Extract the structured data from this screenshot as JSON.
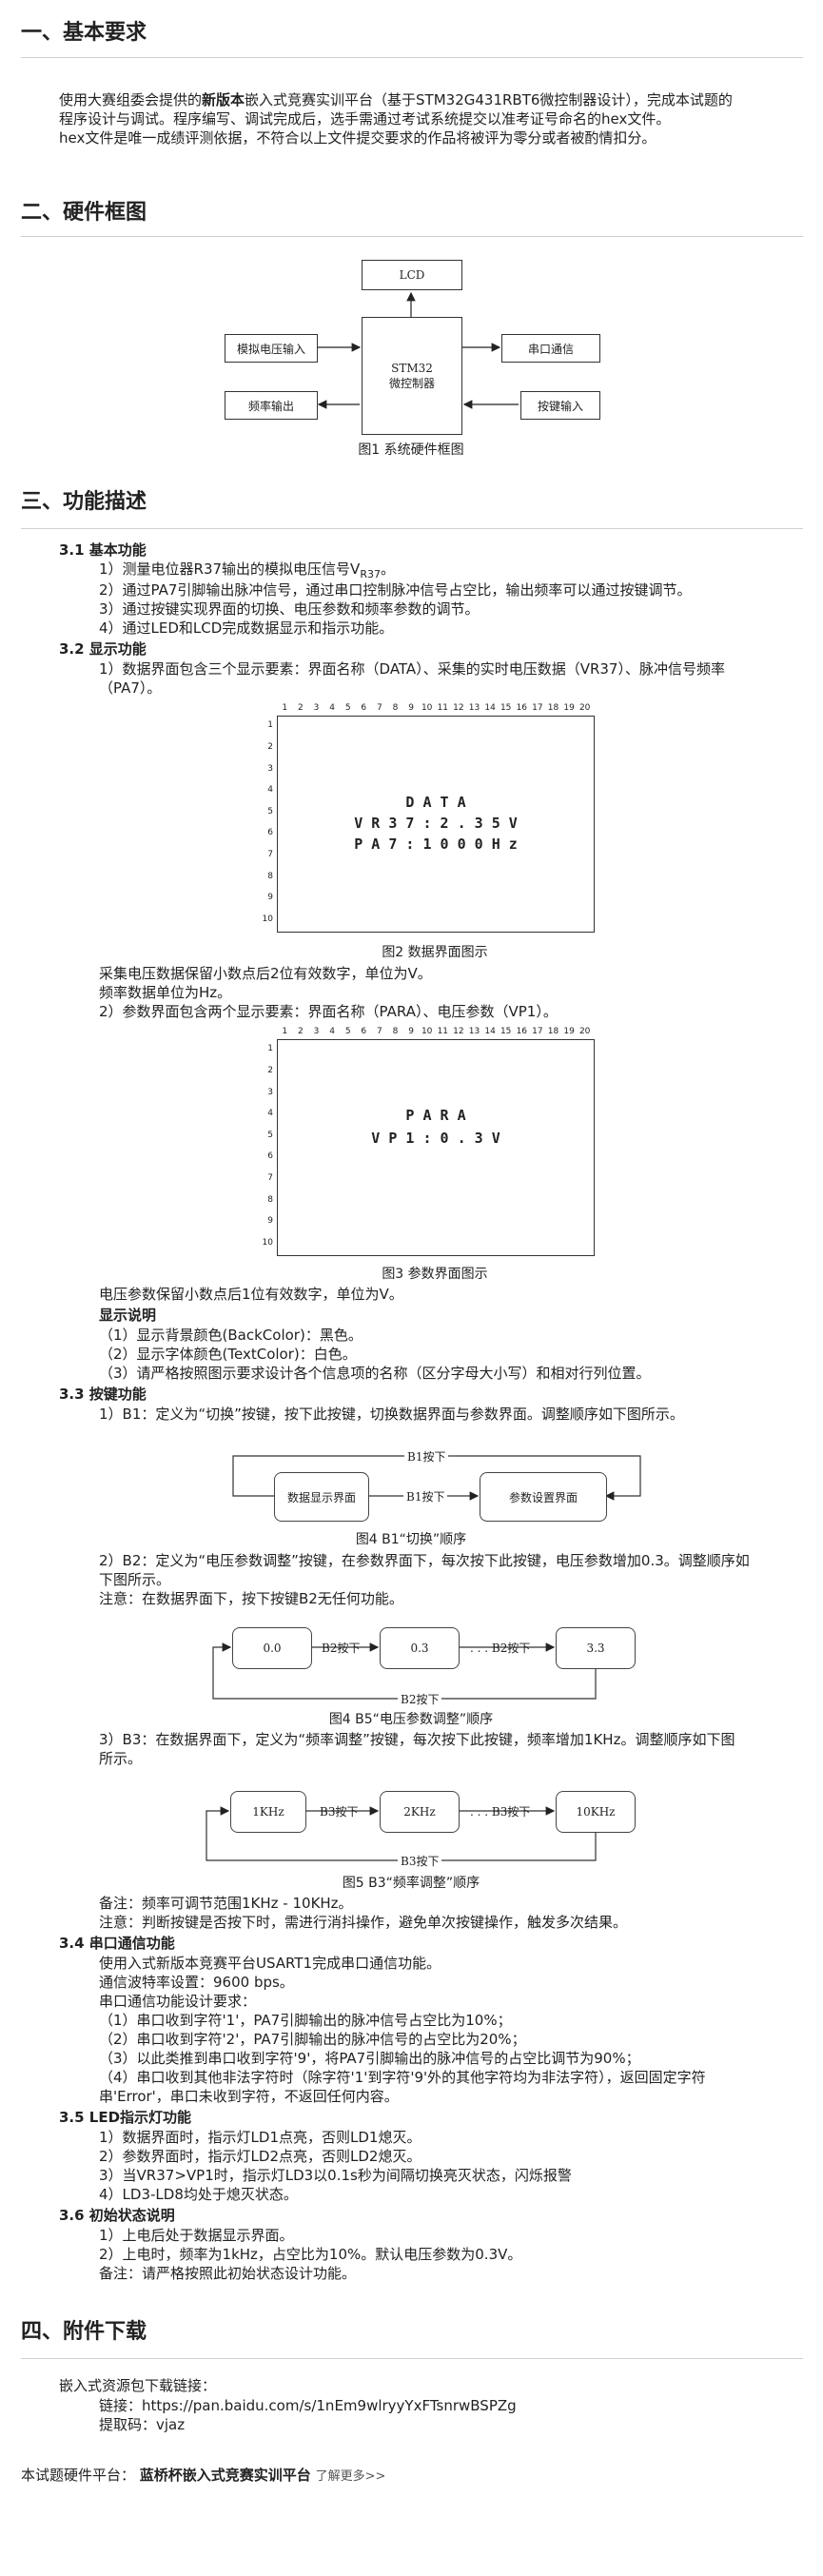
{
  "sections": {
    "s1": "一、基本要求",
    "s2": "二、硬件框图",
    "s3": "三、功能描述",
    "s4": "四、附件下载"
  },
  "intro": {
    "l1_a": "使用大赛组委会提供的",
    "l1_b": "新版本",
    "l1_c": "嵌入式竞赛实训平台（基于STM32G431RBT6微控制器设计），完成本试题的",
    "l2": "程序设计与调试。程序编写、调试完成后，选手需通过考试系统提交以准考证号命名的hex文件。",
    "l3": "hex文件是唯一成绩评测依据，不符合以上文件提交要求的作品将被评为零分或者被酌情扣分。"
  },
  "hw": {
    "lcd": "LCD",
    "mcu1": "STM32",
    "mcu2": "微控制器",
    "analog": "模拟电压输入",
    "freq": "频率输出",
    "serial": "串口通信",
    "key": "按键输入",
    "caption": "图1 系统硬件框图"
  },
  "s31": {
    "title": "3.1 基本功能",
    "i1": "1）测量电位器R37输出的模拟电压信号V",
    "i1_sub": "R37",
    "i1_end": "。",
    "i2": "2）通过PA7引脚输出脉冲信号，通过串口控制脉冲信号占空比，输出频率可以通过按键调节。",
    "i3": "3）通过按键实现界面的切换、电压参数和频率参数的调节。",
    "i4": "4）通过LED和LCD完成数据显示和指示功能。"
  },
  "s32": {
    "title": "3.2 显示功能",
    "i1a": "1）数据界面包含三个显示要素：界面名称（DATA）、采集的实时电压数据（VR37）、脉冲信号频率",
    "i1b": "（PA7）。",
    "fig2_lines": [
      "D A T A",
      "V R 3 7 : 2 . 3 5 V",
      "P A 7 : 1 0 0 0 H z"
    ],
    "fig2_caption": "图2 数据界面图示",
    "n1": "采集电压数据保留小数点后2位有效数字，单位为V。",
    "n2": "频率数据单位为Hz。",
    "i2": "2）参数界面包含两个显示要素：界面名称（PARA）、电压参数（VP1）。",
    "fig3_lines": [
      "P A R A",
      "V P 1 : 0 . 3 V"
    ],
    "fig3_caption": "图3 参数界面图示",
    "n3": "电压参数保留小数点后1位有效数字，单位为V。",
    "disp_title": "显示说明",
    "d1": "（1）显示背景颜色(BackColor)：黑色。",
    "d2": "（2）显示字体颜色(TextColor)：白色。",
    "d3": "（3）请严格按照图示要求设计各个信息项的名称（区分字母大小写）和相对行列位置。",
    "cols": [
      "1",
      "2",
      "3",
      "4",
      "5",
      "6",
      "7",
      "8",
      "9",
      "10",
      "11",
      "12",
      "13",
      "14",
      "15",
      "16",
      "17",
      "18",
      "19",
      "20"
    ],
    "rows": [
      "1",
      "2",
      "3",
      "4",
      "5",
      "6",
      "7",
      "8",
      "9",
      "10"
    ]
  },
  "s33": {
    "title": "3.3 按键功能",
    "b1": "1）B1：定义为“切换”按键，按下此按键，切换数据界面与参数界面。调整顺序如下图所示。",
    "fig4a_top": "B1按下",
    "fig4a_mid": "B1按下",
    "fig4a_left": "数据显示界面",
    "fig4a_right": "参数设置界面",
    "fig4a_caption": "图4 B1“切换”顺序",
    "b2a": "2）B2：定义为“电压参数调整”按键，在参数界面下，每次按下此按键，电压参数增加0.3。调整顺序如",
    "b2b": "下图所示。",
    "b2_note": "注意：在数据界面下，按下按键B2无任何功能。",
    "fig4b_v1": "0.0",
    "fig4b_v2": "0.3",
    "fig4b_v3": "3.3",
    "fig4b_a1": "B2按下",
    "fig4b_a2": ". . . B2按下",
    "fig4b_bottom": "B2按下",
    "fig4b_caption": "图4 B5“电压参数调整”顺序",
    "b3a": "3）B3：在数据界面下，定义为“频率调整”按键，每次按下此按键，频率增加1KHz。调整顺序如下图",
    "b3b": "所示。",
    "fig5_v1": "1KHz",
    "fig5_v2": "2KHz",
    "fig5_v3": "10KHz",
    "fig5_a1": "B3按下",
    "fig5_a2": ". . . B3按下",
    "fig5_bottom": "B3按下",
    "fig5_caption": "图5 B3“频率调整”顺序",
    "n1": "备注：频率可调节范围1KHz - 10KHz。",
    "n2": "注意：判断按键是否按下时，需进行消抖操作，避免单次按键操作，触发多次结果。"
  },
  "s34": {
    "title": "3.4 串口通信功能",
    "l1": "使用入式新版本竞赛平台USART1完成串口通信功能。",
    "l2": "通信波特率设置：9600 bps。",
    "l3": "串口通信功能设计要求：",
    "l4": "（1）串口收到字符'1'，PA7引脚输出的脉冲信号占空比为10%；",
    "l5": "（2）串口收到字符'2'，PA7引脚输出的脉冲信号的占空比为20%；",
    "l6": "（3）以此类推到串口收到字符'9'，将PA7引脚输出的脉冲信号的占空比调节为90%；",
    "l7": "（4）串口收到其他非法字符时（除字符'1'到字符'9'外的其他字符均为非法字符），返回固定字符",
    "l8": "串'Error'，串口未收到字符，不返回任何内容。"
  },
  "s35": {
    "title": "3.5 LED指示灯功能",
    "l1": "1）数据界面时，指示灯LD1点亮，否则LD1熄灭。",
    "l2": "2）参数界面时，指示灯LD2点亮，否则LD2熄灭。",
    "l3": "3）当VR37>VP1时，指示灯LD3以0.1s秒为间隔切换亮灭状态，闪烁报警",
    "l4": "4）LD3-LD8均处于熄灭状态。"
  },
  "s36": {
    "title": "3.6 初始状态说明",
    "l1": "1）上电后处于数据显示界面。",
    "l2": "2）上电时，频率为1kHz，占空比为10%。默认电压参数为0.3V。",
    "l3": "备注：请严格按照此初始状态设计功能。"
  },
  "s4": {
    "l1": "嵌入式资源包下载链接：",
    "l2": "链接：https://pan.baidu.com/s/1nEm9wlryyYxFTsnrwBSPZg",
    "l3": "提取码：vjaz"
  },
  "footer": {
    "label": "本试题硬件平台：",
    "platform": "蓝桥杯嵌入式竞赛实训平台",
    "more": "了解更多>>"
  }
}
